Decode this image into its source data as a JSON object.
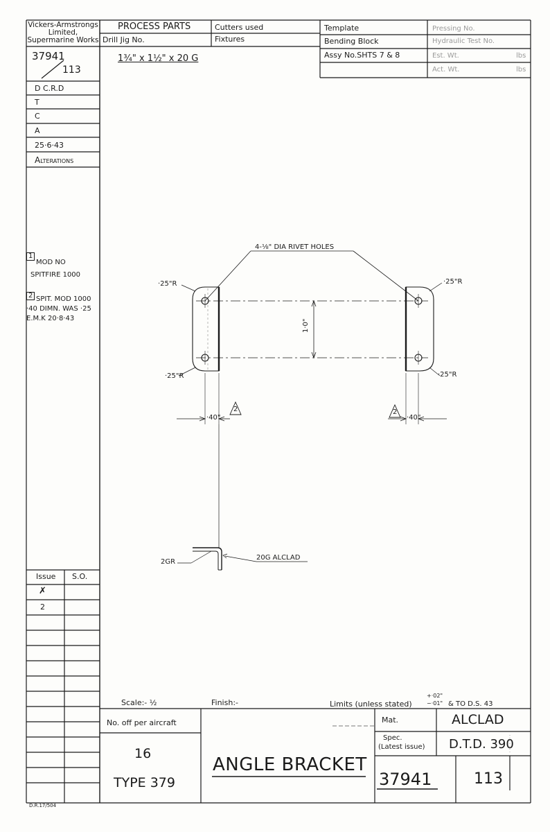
{
  "header": {
    "company_line1": "Vickers-Armstrongs",
    "company_line2": "Limited,",
    "company_line3": "Supermarine Works",
    "process_parts": "PROCESS PARTS",
    "drill_jig": "Drill Jig No.",
    "cutters_used": "Cutters used",
    "fixtures": "Fixtures",
    "template": "Template",
    "bending_block": "Bending Block",
    "assy_no": "Assy No.SHTS 7 & 8",
    "pressing_no": "Pressing No.",
    "hydraulic_test_no": "Hydraulic Test No.",
    "est_wt": "Est. Wt.",
    "act_wt": "Act. Wt.",
    "lbs1": "lbs",
    "lbs2": "lbs",
    "material_size": "1¾\" x 1½\" x 20 G",
    "drawing_no_top": "37941",
    "sheet_no_top": "113"
  },
  "left_column": {
    "rows": [
      "D   C.R.D",
      "T",
      "C",
      "A",
      "25·6·43"
    ],
    "alterations": "Alterations",
    "mod1_num": "1",
    "mod1_line1": "MOD NO",
    "mod1_line2": "SPITFIRE 1000",
    "mod2_num": "2",
    "mod2_line1": "SPIT. MOD 1000",
    "mod2_line2": "·40 DIMN. WAS ·25",
    "mod2_line3": "E.M.K  20·8·43",
    "issue_header": "Issue",
    "so_header": "S.O.",
    "issue_values": [
      "✗",
      "2"
    ]
  },
  "drawing": {
    "rivet_holes": "4-⅛\" DIA RIVET HOLES",
    "radius_tl": "·25\"R",
    "radius_bl": "·25\"R",
    "radius_tr": "·25\"R",
    "radius_br": "·25\"R",
    "height_dim": "1·0\"",
    "width_left": "·40\"",
    "width_right": "·40\"",
    "mod_mark": "2",
    "bend_radius": "2GR",
    "material_callout": "20G ALCLAD"
  },
  "title_block": {
    "scale": "Scale:- ½",
    "finish": "Finish:-",
    "limits": "Limits (unless stated)",
    "tol_plus": "+·02\"",
    "tol_minus": "−·01\"",
    "tol_ref": "& TO D.S. 43",
    "no_off": "No. off per aircraft",
    "quantity": "16",
    "type": "TYPE 379",
    "part_name": "ANGLE BRACKET",
    "mat_label": "Mat.",
    "mat_value": "ALCLAD",
    "spec_label1": "Spec.",
    "spec_label2": "(Latest issue)",
    "spec_value": "D.T.D. 390",
    "drawing_no": "37941",
    "sheet_no": "113",
    "form_no": "D.R.17/504"
  }
}
